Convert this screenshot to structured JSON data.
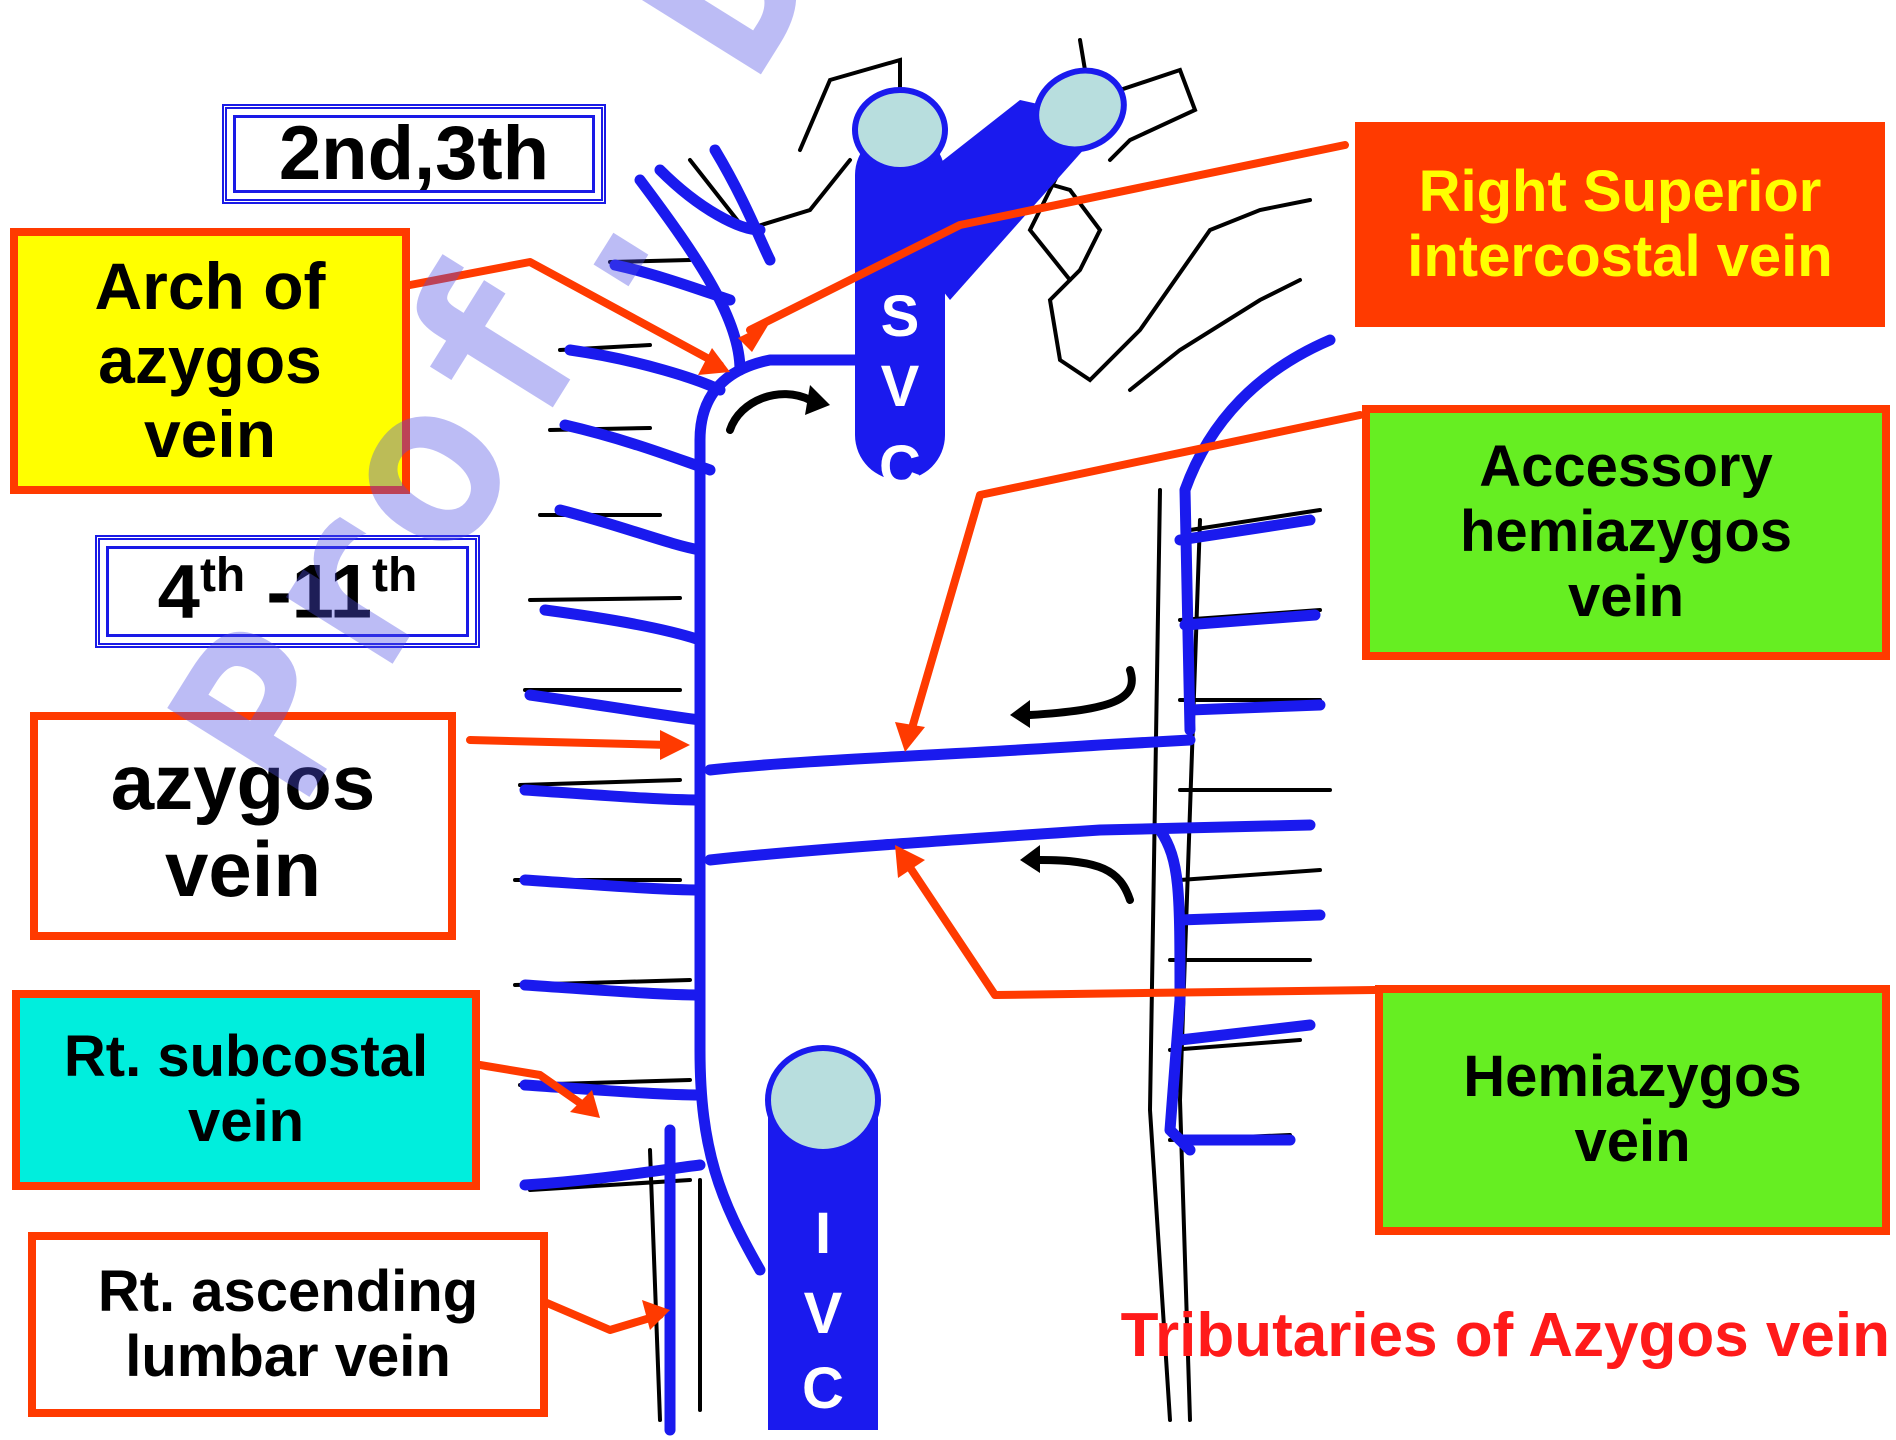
{
  "labels": {
    "ribs_upper": "2nd,3th",
    "ribs_lower_base": "4",
    "ribs_lower_sup1": "th",
    "ribs_lower_mid": " -11",
    "ribs_lower_sup2": "th",
    "arch_line1": "Arch of",
    "arch_line2": "azygos",
    "arch_line3": "vein",
    "azygos_line1": "azygos",
    "azygos_line2": "vein",
    "subcostal_line1": "Rt. subcostal",
    "subcostal_line2": "vein",
    "lumbar_line1": "Rt. ascending",
    "lumbar_line2": "lumbar vein",
    "right_sup_line1": "Right  Superior",
    "right_sup_line2": "intercostal vein",
    "accessory_line1": "Accessory",
    "accessory_line2": "hemiazygos",
    "accessory_line3": "vein",
    "hemiazygos_line1": "Hemiazygos",
    "hemiazygos_line2": "vein"
  },
  "svc_letters": [
    "S",
    "V",
    "C"
  ],
  "ivc_letters": [
    "I",
    "V",
    "C"
  ],
  "title": "Tributaries of Azygos vein",
  "watermark": "Prof. Dr. Youssef Hussein",
  "colors": {
    "vein_blue": "#1a1aee",
    "arrow_red": "#ff3a00",
    "vessel_cap": "#b8dede",
    "title_red": "#ff1a1a"
  }
}
